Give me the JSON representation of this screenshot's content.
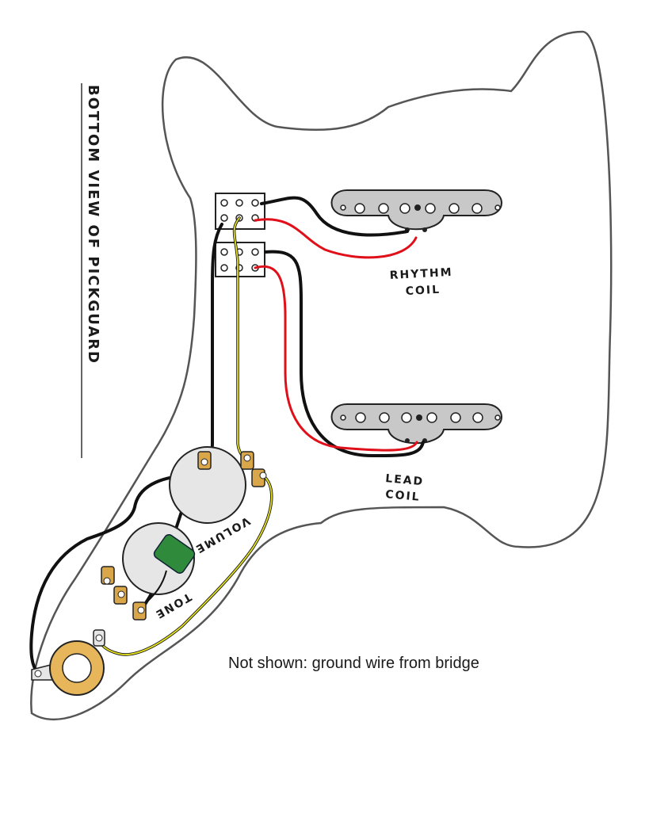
{
  "labels": {
    "view_title": "BOTTOM VIEW OF PICKGUARD",
    "rhythm_coil_line1": "RHYTHM",
    "rhythm_coil_line2": "COIL",
    "lead_coil_line1": "LEAD",
    "lead_coil_line2": "COIL",
    "volume": "VOLUME",
    "tone": "TONE",
    "note": "Not shown: ground wire from bridge"
  },
  "colors": {
    "outline": "#555555",
    "hot_wire": "#e0101a",
    "ground_wire": "#111111",
    "signal_wire": "#e4e01c",
    "pickup_body": "#c8c8c8",
    "pot_lug": "#d9a64a",
    "capacitor": "#2f8a3c",
    "jack_ring": "#e7b65a"
  }
}
